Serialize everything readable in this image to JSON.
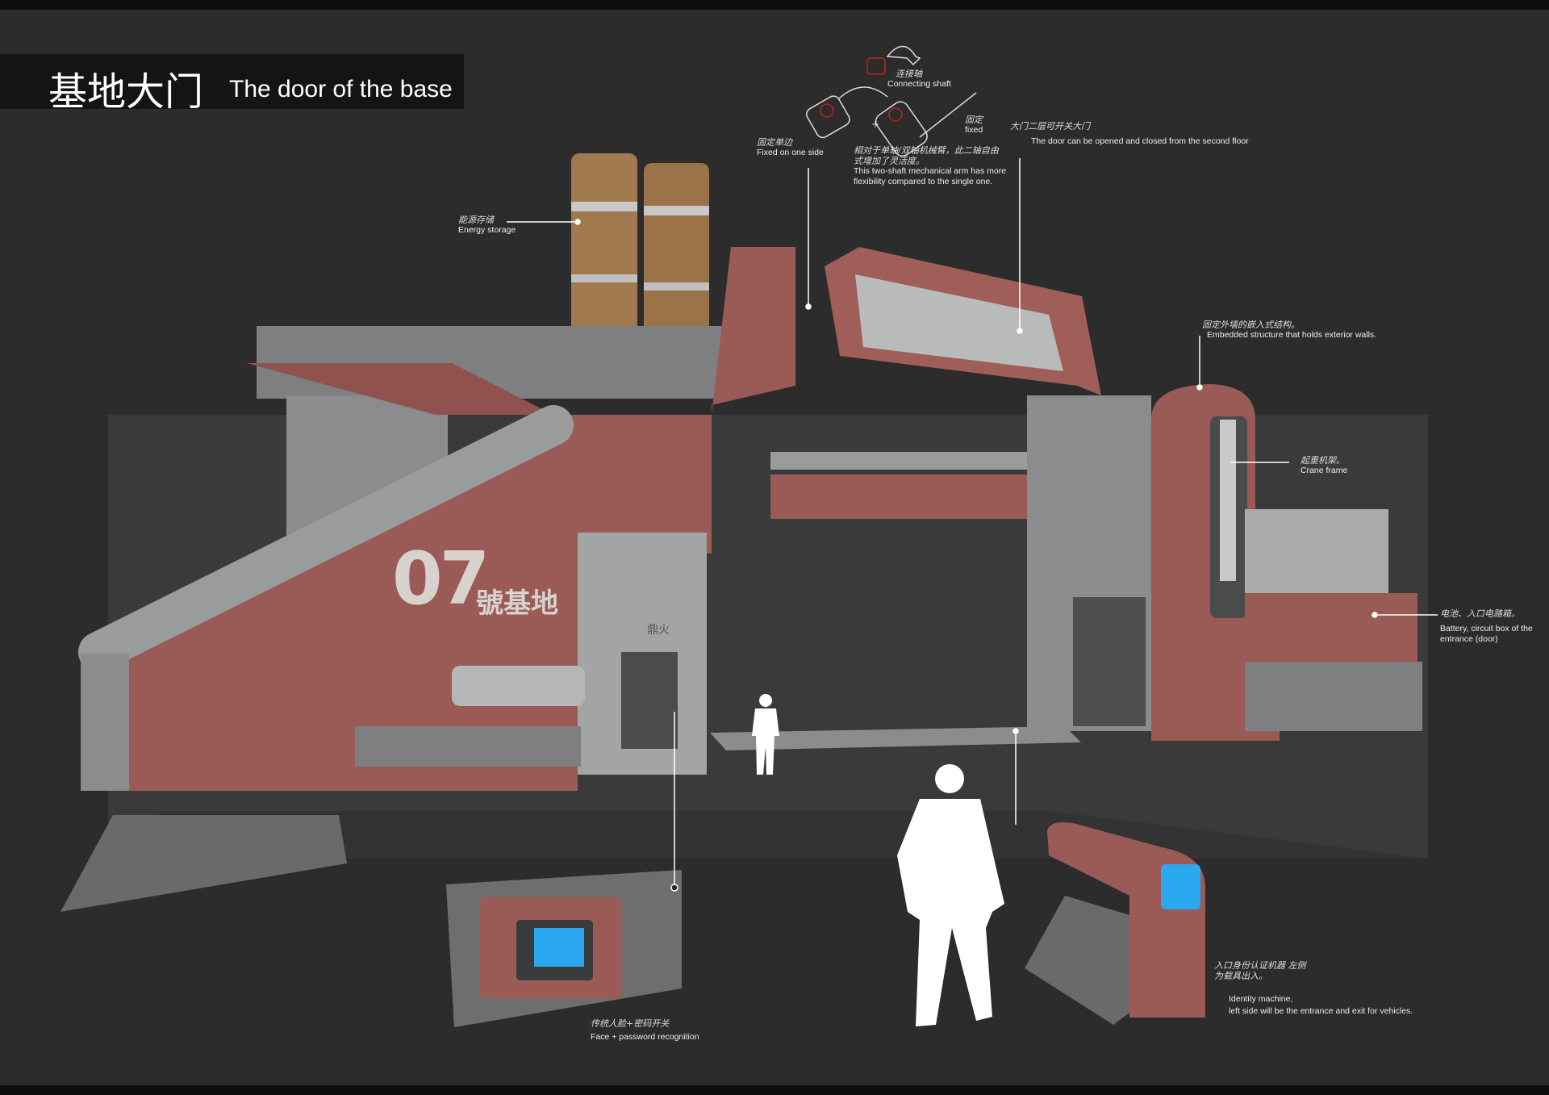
{
  "title": {
    "chinese": "基地大门",
    "english": "The door of the base"
  },
  "artwork_lettering": {
    "base_number": "07",
    "base_name": "號基地",
    "sign": "鼎火"
  },
  "annotations": {
    "energy_storage": {
      "cn": "能源存储",
      "en": "Energy storage"
    },
    "connecting_shaft": {
      "cn": "连接轴",
      "en": "Connecting shaft"
    },
    "fixed_one_side": {
      "cn": "固定单边",
      "en": "Fixed on one side"
    },
    "fixed": {
      "cn": "固定",
      "en": "fixed"
    },
    "two_shaft": {
      "cn": "相对于单轴/双轴机械臂，此二轴自由式增加了灵活度。",
      "en": "This two-shaft mechanical arm has more flexibility compared to the single one."
    },
    "second_floor": {
      "cn": "大门二层可开关大门",
      "en": "The door can be opened and closed from the second floor"
    },
    "embedded": {
      "cn": "固定外墙的嵌入式结构。",
      "en": "Embedded structure that holds exterior walls."
    },
    "crane_frame": {
      "cn": "起重机架。",
      "en": "Crane frame"
    },
    "battery": {
      "cn": "电池、入口电路箱。",
      "en": "Battery, circuit box of the entrance (door)"
    },
    "face_password": {
      "cn": "传统人脸+密码开关",
      "en": "Face + password recognition"
    },
    "identity_machine": {
      "cn": "入口身份认证机器 左侧为载具出入。",
      "en_line1": "Identity machine,",
      "en_line2": "left side will be the entrance and exit for vehicles."
    }
  },
  "colors": {
    "background": "#2c2c2c",
    "red_wall": "#9a5a55",
    "metal": "#9a9c9c",
    "tank": "#a07a4e",
    "screen": "#2aa8f0",
    "silhouette": "#ffffff"
  }
}
